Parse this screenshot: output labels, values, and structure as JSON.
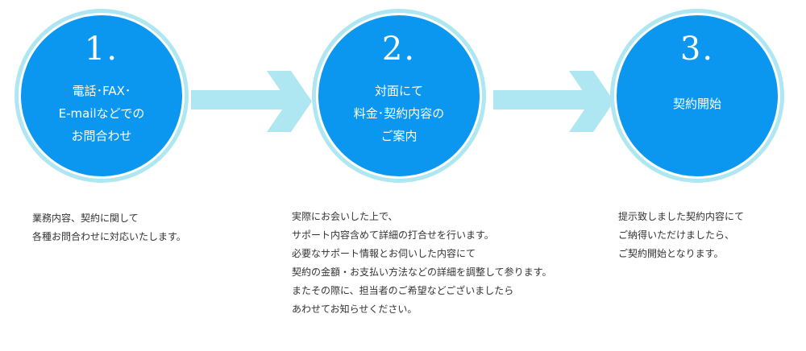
{
  "steps": [
    {
      "number": "1.",
      "label": "電話･FAX･\nE-mailなどでの\nお問合わせ",
      "description": "業務内容、契約に関して\n各種お問合わせに対応いたします。"
    },
    {
      "number": "2.",
      "label": "対面にて\n料金･契約内容の\nご案内",
      "description": "実際にお会いした上で、\nサポート内容含めて詳細の打合せを行います。\n必要なサポート情報とお伺いした内容にて\n契約の金額・お支払い方法などの詳細を調整して参ります。\nまたその際に、担当者のご希望などございましたら\nあわせてお知らせください。"
    },
    {
      "number": "3.",
      "label": "契約開始",
      "description": "提示致しました契約内容にて\nご納得いただけましたら、\nご契約開始となります。"
    }
  ],
  "colors": {
    "circle_fill": "#0b96f0",
    "circle_ring": "#aee7f1",
    "arrow": "#aee7f1",
    "text_dark": "#333333"
  }
}
